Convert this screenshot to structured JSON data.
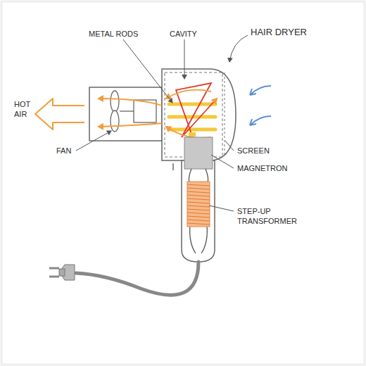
{
  "diagram": {
    "labels": [
      "METAL RODS",
      "CAVITY",
      "HAIR DRYER",
      "HOT AIR",
      "FAN",
      "SCREEN",
      "MAGNETRON",
      "STEP-UP TRANSFORMER"
    ]
  }
}
